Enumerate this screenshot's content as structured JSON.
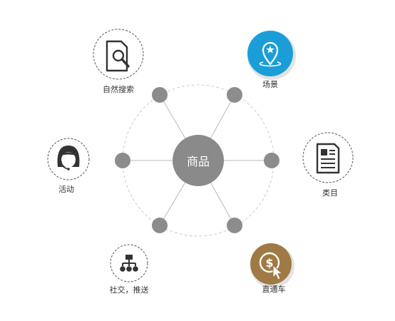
{
  "center": {
    "label": "商品"
  },
  "channels": [
    {
      "key": "natural_search",
      "label": "自然搜索",
      "icon": "search-document-icon"
    },
    {
      "key": "scene",
      "label": "场景",
      "icon": "location-pin-icon",
      "color": "#1b9ed8"
    },
    {
      "key": "activity",
      "label": "活动",
      "icon": "customer-service-avatar-icon"
    },
    {
      "key": "category",
      "label": "类目",
      "icon": "document-list-icon"
    },
    {
      "key": "social_push",
      "label": "社交，推送",
      "icon": "hierarchy-icon"
    },
    {
      "key": "direct_train",
      "label": "直通车",
      "icon": "dollar-cursor-icon",
      "color": "#a07a44"
    }
  ],
  "colors": {
    "hub": "#8a8a8a",
    "node": "#8c8c8c",
    "spoke": "#b9b9b9",
    "ring": "#cccccc",
    "icon_dark": "#333333"
  }
}
